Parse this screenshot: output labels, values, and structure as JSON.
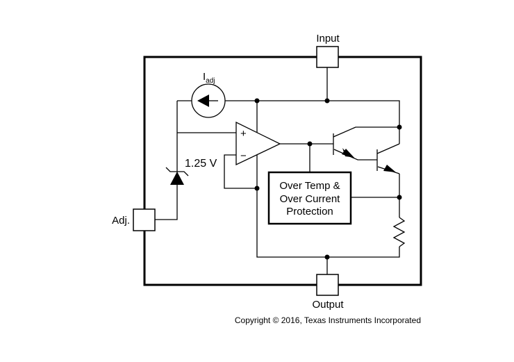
{
  "pins": {
    "input": "Input",
    "output": "Output",
    "adj": "Adj."
  },
  "current_source": {
    "label_main": "I",
    "label_sub": "adj"
  },
  "reference": {
    "voltage_label": "1.25 V"
  },
  "opamp": {
    "plus": "+",
    "minus": "−"
  },
  "protection": {
    "line1": "Over Temp &",
    "line2": "Over Current",
    "line3": "Protection"
  },
  "copyright": "Copyright © 2016, Texas Instruments Incorporated"
}
